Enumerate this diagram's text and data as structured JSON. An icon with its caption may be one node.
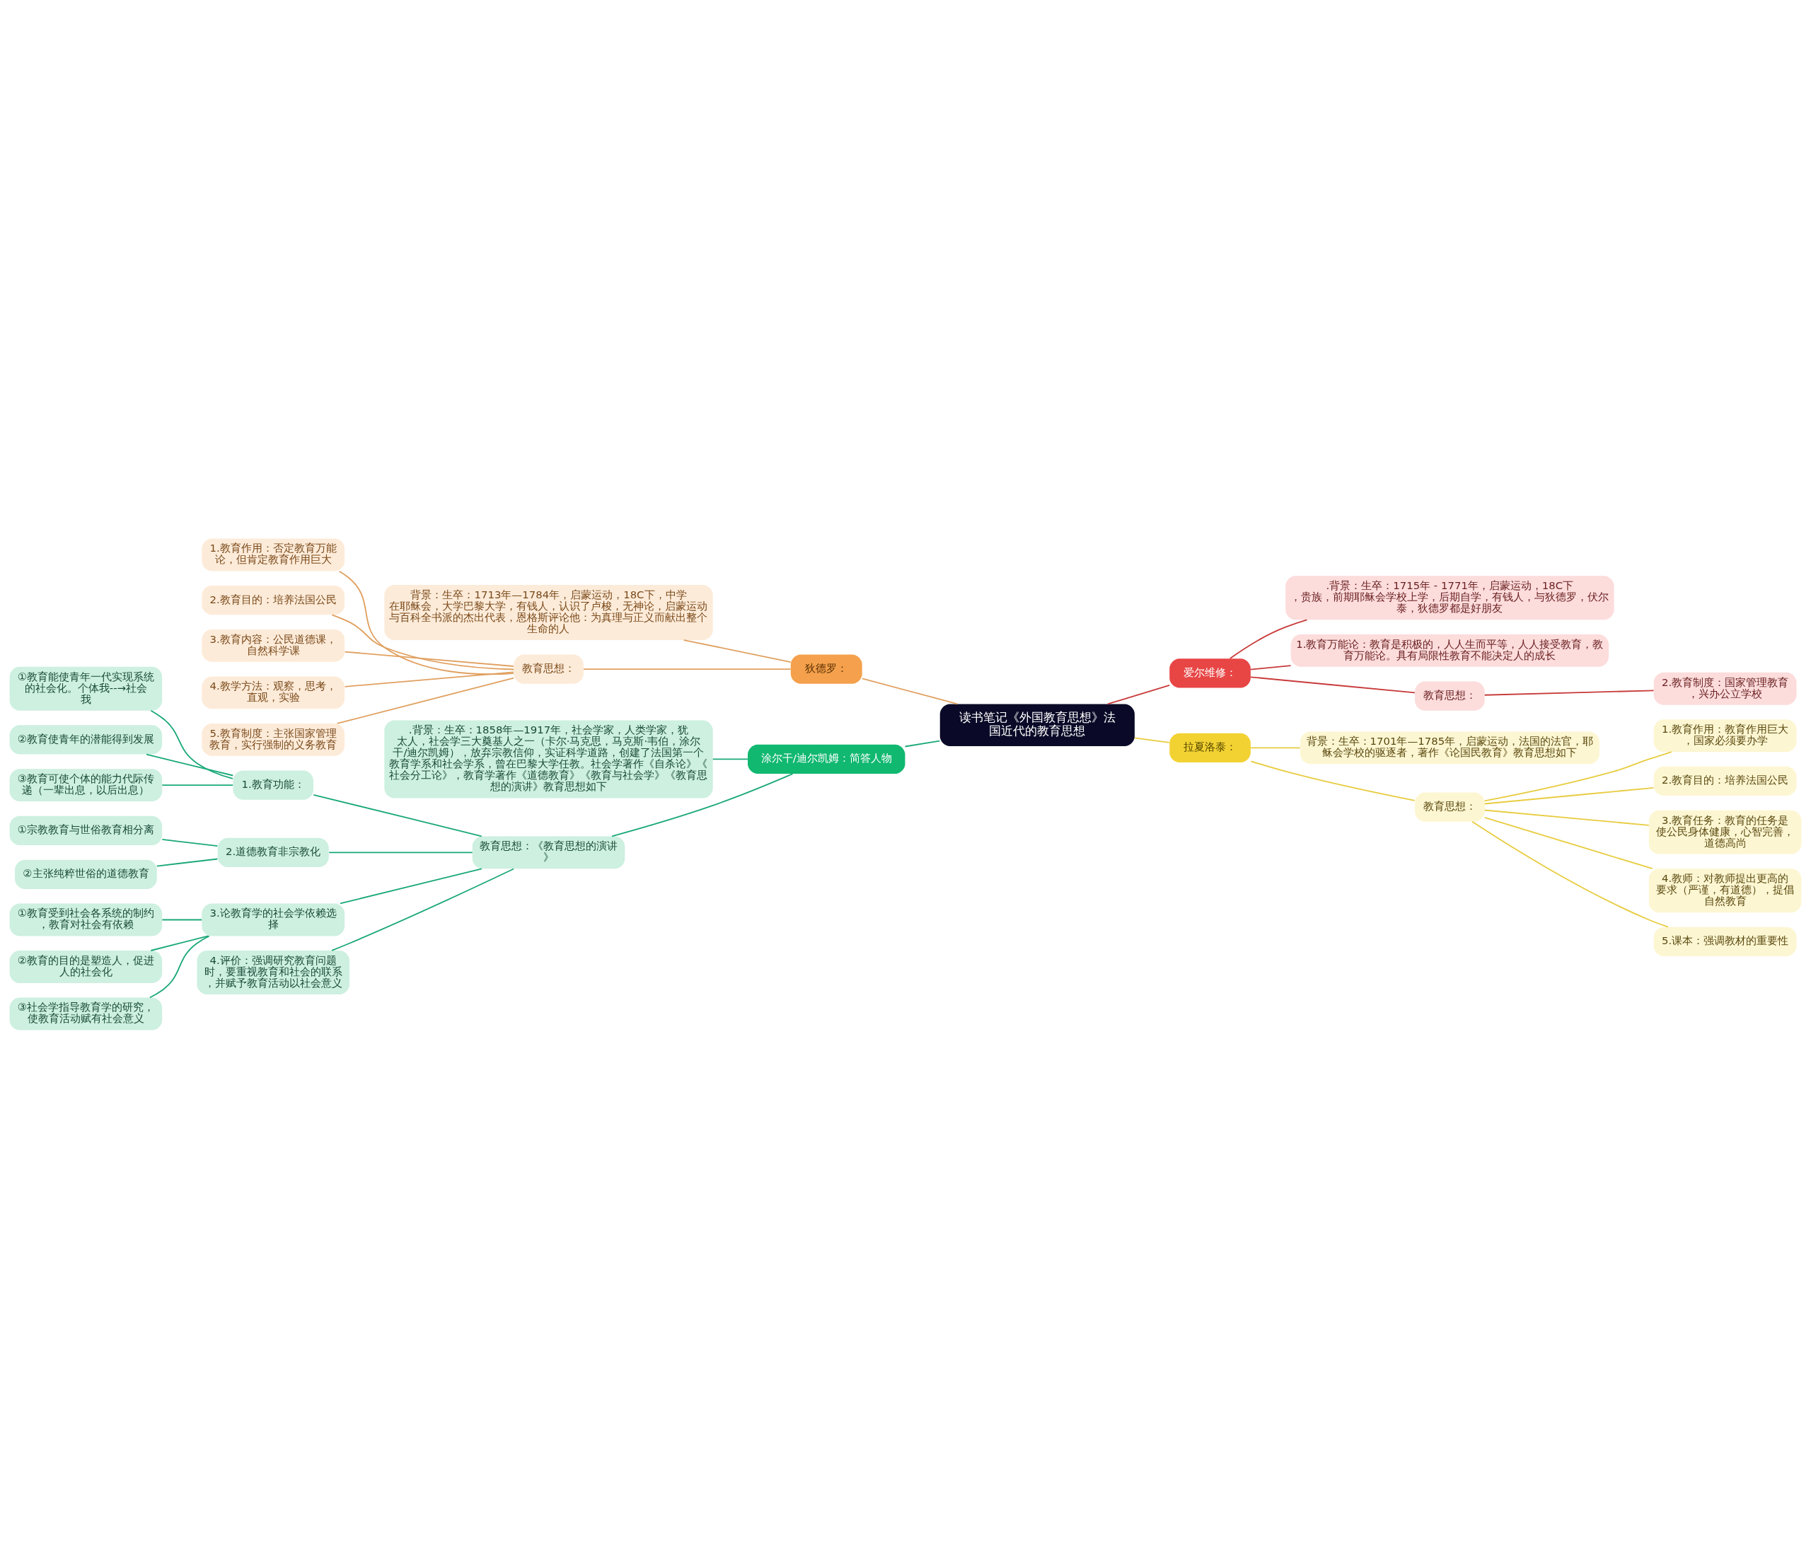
{
  "diagram": {
    "nodes": [
      {
        "text": [
          "读书笔记《外国教育思想》法国近代的教育思想"
        ]
      },
      {
        "text": [
          "狄德罗："
        ]
      },
      {
        "text": [
          "背景：生卒：1713年—1784年，启蒙运动，18C下，中学在耶稣会，大学巴黎大学，有钱人，认识了卢梭，无神论，启蒙运动与百科全书派的杰出代表，恩格斯评论他：为真理与正义而献出整个生命的人"
        ]
      },
      {
        "text": [
          "教育思想："
        ]
      },
      {
        "text": [
          "1.教育作用：否定教育万能论，但肯定教育作用巨大"
        ]
      },
      {
        "text": [
          "2.教育目的：培养法国公民"
        ]
      },
      {
        "text": [
          "3.教育内容：公民道德课，自然科学课"
        ]
      },
      {
        "text": [
          "4.教学方法：观察，思考，直观，实验"
        ]
      },
      {
        "text": [
          "5.教育制度：主张国家管理教育，实行强制的义务教育"
        ]
      },
      {
        "text": [
          "爱尔维修："
        ]
      },
      {
        "text": [
          ".背景：生卒：1715年 - 1771年，启蒙运动，18C下，贵族，前期耶稣会学校上学，后期自学，有钱人，与狄德罗，伏尔泰，狄德罗都是好朋友"
        ]
      },
      {
        "text": [
          "1.教育万能论：教育是积极的，人人生而平等，人人接受教育，教育万能论。具有局限性教育不能决定人的成长"
        ]
      },
      {
        "text": [
          "教育思想："
        ]
      },
      {
        "text": [
          "2.教育制度：国家管理教育，兴办公立学校"
        ]
      },
      {
        "text": [
          "拉夏洛泰："
        ]
      },
      {
        "text": [
          "背景：生卒：1701年—1785年，启蒙运动，法国的法官，耶稣会学校的驱逐者，著作《论国民教育》教育思想如下"
        ]
      },
      {
        "text": [
          "教育思想："
        ]
      },
      {
        "text": [
          "1.教育作用：教育作用巨大，国家必须要办学"
        ]
      },
      {
        "text": [
          "2.教育目的：培养法国公民"
        ]
      },
      {
        "text": [
          "3.教育任务：教育的任务是使公民身体健康，心智完善，道德高尚"
        ]
      },
      {
        "text": [
          "4.教师：对教师提出更高的要求（严谨，有道德），提倡自然教育"
        ]
      },
      {
        "text": [
          "5.课本：强调教材的重要性"
        ]
      },
      {
        "text": [
          "涂尔干/迪尔凯姆：简答人物"
        ]
      },
      {
        "text": [
          ".背景：生卒：1858年—1917年，社会学家，人类学家，犹太人，社会学三大奠基人之一（卡尔·马克思，马克斯·韦伯，涂尔干/迪尔凯姆），放弃宗教信仰，实证科学道路，创建了法国第一个教育学系和社会学系，曾在巴黎大学任教。社会学著作《自杀论》《社会分工论》，教育学著作《道德教育》《教育与社会学》《教育思想的演讲》教育思想如下"
        ]
      },
      {
        "text": [
          "教育思想：《教育思想的演讲》"
        ]
      },
      {
        "text": [
          "1.教育功能："
        ]
      },
      {
        "text": [
          "①教育能使青年一代实现系统的社会化。个体我--→社会我"
        ]
      },
      {
        "text": [
          "②教育使青年的潜能得到发展"
        ]
      },
      {
        "text": [
          "③教育可使个体的能力代际传递（一辈出息，以后出息）"
        ]
      },
      {
        "text": [
          "2.道德教育非宗教化"
        ]
      },
      {
        "text": [
          "①宗教教育与世俗教育相分离"
        ]
      },
      {
        "text": [
          "②主张纯粹世俗的道德教育"
        ]
      },
      {
        "text": [
          "3.论教育学的社会学依赖选择"
        ]
      },
      {
        "text": [
          "①教育受到社会各系统的制约，教育对社会有依赖"
        ]
      },
      {
        "text": [
          "②教育的目的是塑造人，促进人的社会化"
        ]
      },
      {
        "text": [
          "③社会学指导教育学的研究，使教育活动赋有社会意义"
        ]
      },
      {
        "text": [
          "4.评价：强调研究教育问题时，要重视教育和社会的联系，并赋予教育活动以社会意义"
        ]
      }
    ],
    "edges": [
      {
        "from": 0,
        "to": 1,
        "arrow": "none",
        "color": "#e0a060"
      },
      {
        "from": 1,
        "to": 2,
        "arrow": "none",
        "color": "#e0a060"
      },
      {
        "from": 1,
        "to": 3,
        "arrow": "none",
        "color": "#e0a060"
      },
      {
        "from": 3,
        "to": 4,
        "arrow": "none",
        "color": "#e0a060"
      },
      {
        "from": 3,
        "to": 5,
        "arrow": "none",
        "color": "#e0a060"
      },
      {
        "from": 3,
        "to": 6,
        "arrow": "none",
        "color": "#e0a060"
      },
      {
        "from": 3,
        "to": 7,
        "arrow": "none",
        "color": "#e0a060"
      },
      {
        "from": 3,
        "to": 8,
        "arrow": "none",
        "color": "#e0a060"
      },
      {
        "from": 0,
        "to": 9,
        "arrow": "none",
        "color": "#c83a3a"
      },
      {
        "from": 9,
        "to": 10,
        "arrow": "none",
        "color": "#c83a3a"
      },
      {
        "from": 9,
        "to": 11,
        "arrow": "none",
        "color": "#c83a3a"
      },
      {
        "from": 9,
        "to": 12,
        "arrow": "none",
        "color": "#c83a3a"
      },
      {
        "from": 12,
        "to": 13,
        "arrow": "none",
        "color": "#c83a3a"
      },
      {
        "from": 0,
        "to": 14,
        "arrow": "none",
        "color": "#e8cc40"
      },
      {
        "from": 14,
        "to": 15,
        "arrow": "none",
        "color": "#e8cc40"
      },
      {
        "from": 14,
        "to": 16,
        "arrow": "none",
        "color": "#e8cc40"
      },
      {
        "from": 16,
        "to": 17,
        "arrow": "none",
        "color": "#e8cc40"
      },
      {
        "from": 16,
        "to": 18,
        "arrow": "none",
        "color": "#e8cc40"
      },
      {
        "from": 16,
        "to": 19,
        "arrow": "none",
        "color": "#e8cc40"
      },
      {
        "from": 16,
        "to": 20,
        "arrow": "none",
        "color": "#e8cc40"
      },
      {
        "from": 16,
        "to": 21,
        "arrow": "none",
        "color": "#e8cc40"
      },
      {
        "from": 0,
        "to": 22,
        "arrow": "none"
      },
      {
        "from": 22,
        "to": 23,
        "arrow": "none"
      },
      {
        "from": 22,
        "to": 24,
        "arrow": "none"
      },
      {
        "from": 24,
        "to": 25,
        "arrow": "none"
      },
      {
        "from": 25,
        "to": 26,
        "arrow": "none"
      },
      {
        "from": 25,
        "to": 27,
        "arrow": "none"
      },
      {
        "from": 25,
        "to": 28,
        "arrow": "none"
      },
      {
        "from": 24,
        "to": 29,
        "arrow": "none"
      },
      {
        "from": 29,
        "to": 30,
        "arrow": "none"
      },
      {
        "from": 29,
        "to": 31,
        "arrow": "none"
      },
      {
        "from": 24,
        "to": 32,
        "arrow": "none"
      },
      {
        "from": 32,
        "to": 33,
        "arrow": "none"
      },
      {
        "from": 32,
        "to": 34,
        "arrow": "none"
      },
      {
        "from": 32,
        "to": 35,
        "arrow": "none"
      },
      {
        "from": 24,
        "to": 36,
        "arrow": "none"
      }
    ]
  }
}
